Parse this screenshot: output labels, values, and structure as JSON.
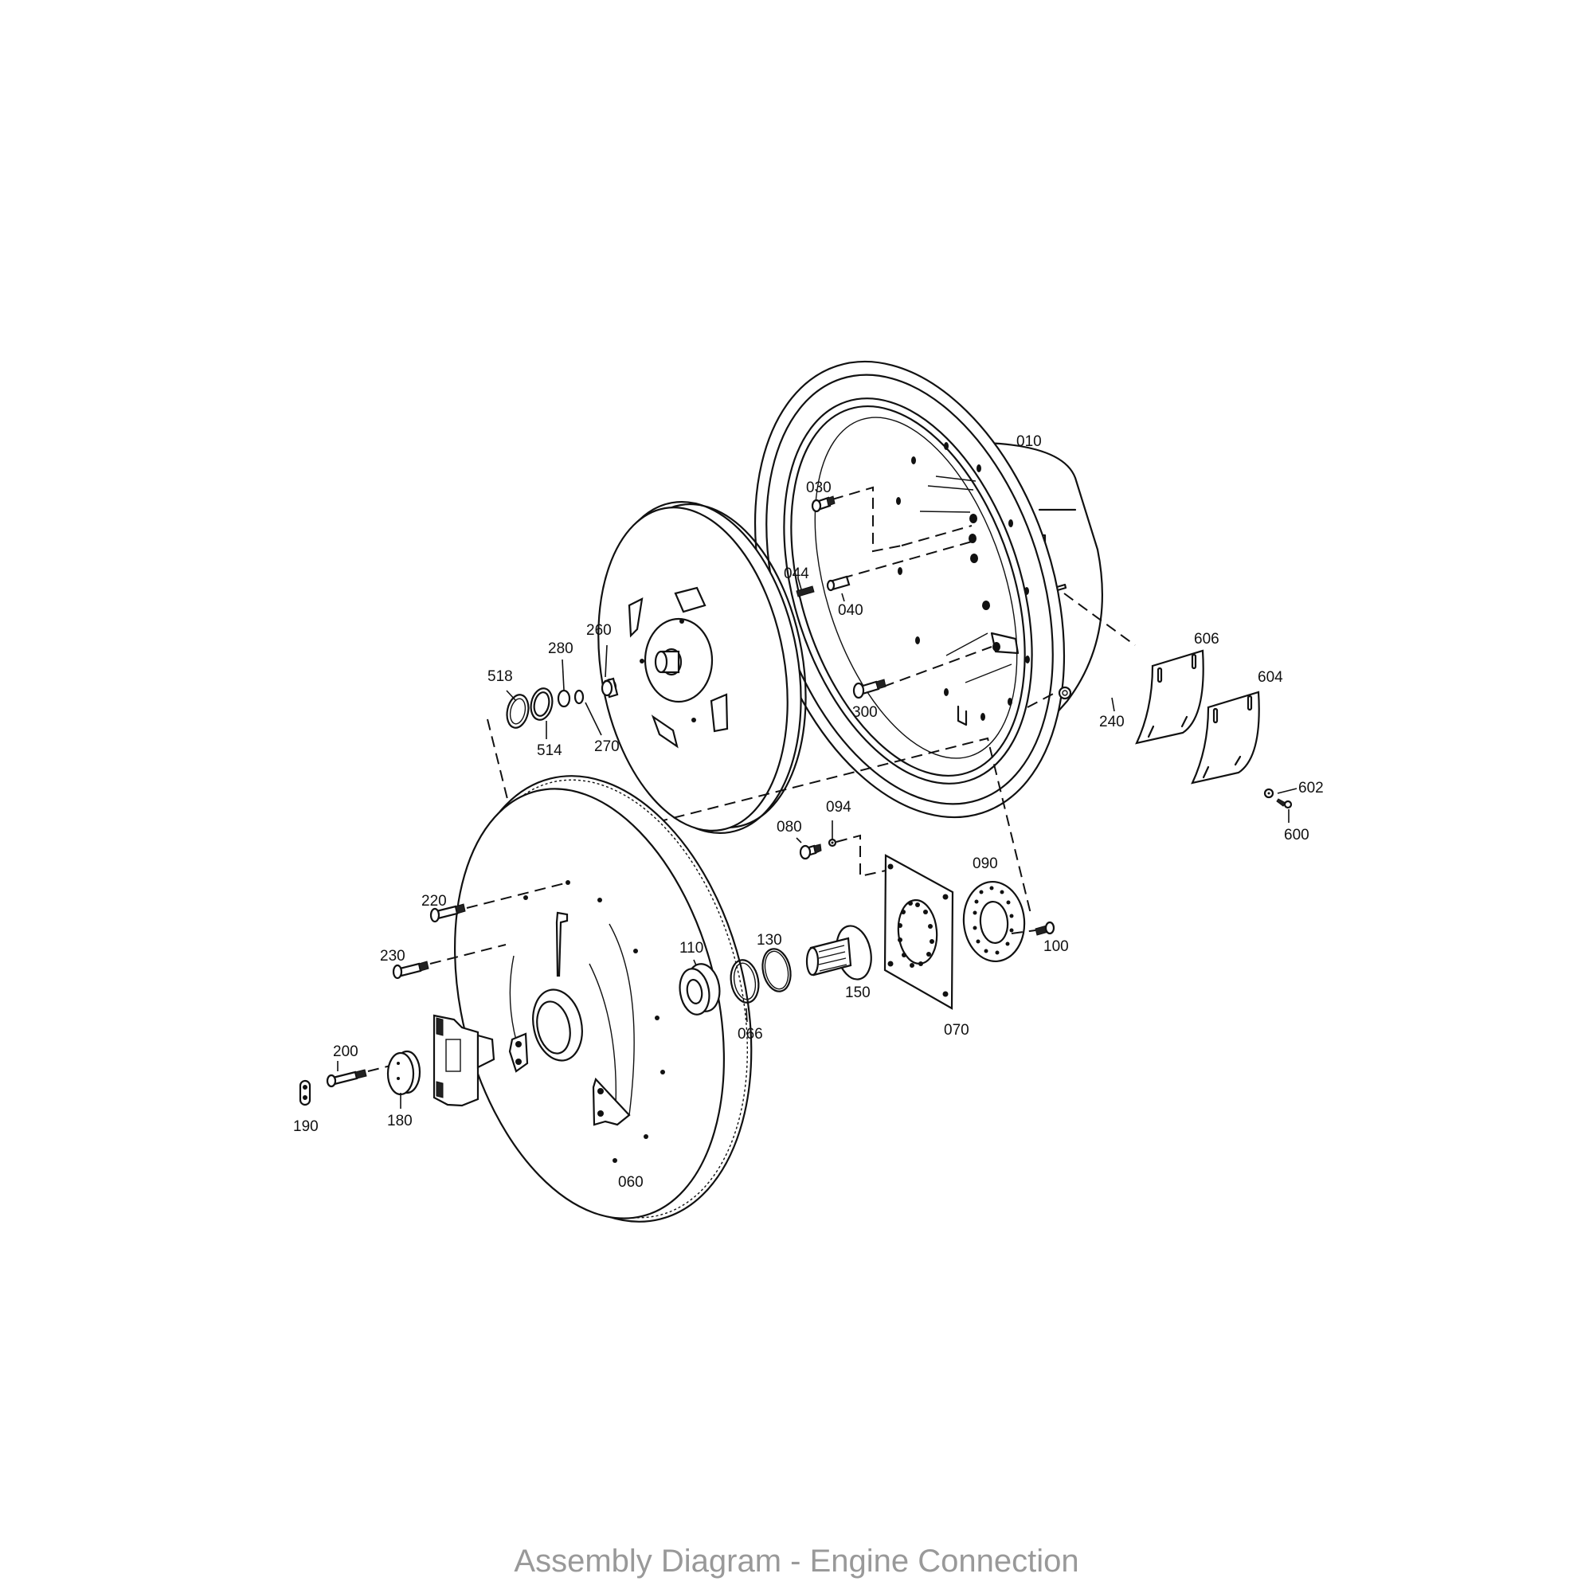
{
  "caption": "Assembly Diagram - Engine Connection",
  "labels": {
    "p010": "010",
    "p030": "030",
    "p040": "040",
    "p044": "044",
    "p060": "060",
    "p066": "066",
    "p070": "070",
    "p080": "080",
    "p090": "090",
    "p094": "094",
    "p100": "100",
    "p110": "110",
    "p130": "130",
    "p150": "150",
    "p180": "180",
    "p190": "190",
    "p200": "200",
    "p220": "220",
    "p230": "230",
    "p240": "240",
    "p260": "260",
    "p270": "270",
    "p280": "280",
    "p300": "300",
    "p514": "514",
    "p518": "518",
    "p600": "600",
    "p602": "602",
    "p604": "604",
    "p606": "606"
  },
  "parts": [
    {
      "id": "010",
      "name": "flywheel-housing"
    },
    {
      "id": "030",
      "name": "hex-bolt"
    },
    {
      "id": "040",
      "name": "dowel-pin"
    },
    {
      "id": "044",
      "name": "stud"
    },
    {
      "id": "060",
      "name": "flywheel-ring-gear-plate"
    },
    {
      "id": "066",
      "name": "shim-ring"
    },
    {
      "id": "070",
      "name": "flex-plate"
    },
    {
      "id": "080",
      "name": "hex-bolt"
    },
    {
      "id": "090",
      "name": "clamp-ring"
    },
    {
      "id": "094",
      "name": "washer"
    },
    {
      "id": "100",
      "name": "hex-bolt"
    },
    {
      "id": "110",
      "name": "ball-bearing"
    },
    {
      "id": "130",
      "name": "retaining-ring"
    },
    {
      "id": "150",
      "name": "splined-hub"
    },
    {
      "id": "180",
      "name": "cover-disc"
    },
    {
      "id": "190",
      "name": "lock-plate"
    },
    {
      "id": "200",
      "name": "hex-bolt"
    },
    {
      "id": "220",
      "name": "hex-bolt"
    },
    {
      "id": "230",
      "name": "hex-bolt"
    },
    {
      "id": "240",
      "name": "hex-nut"
    },
    {
      "id": "260",
      "name": "bushing"
    },
    {
      "id": "270",
      "name": "o-ring"
    },
    {
      "id": "280",
      "name": "o-ring"
    },
    {
      "id": "300",
      "name": "hex-bolt"
    },
    {
      "id": "514",
      "name": "shaft-seal"
    },
    {
      "id": "518",
      "name": "o-ring"
    },
    {
      "id": "600",
      "name": "screw"
    },
    {
      "id": "602",
      "name": "washer"
    },
    {
      "id": "604",
      "name": "cover-plate"
    },
    {
      "id": "606",
      "name": "cover-plate"
    }
  ]
}
